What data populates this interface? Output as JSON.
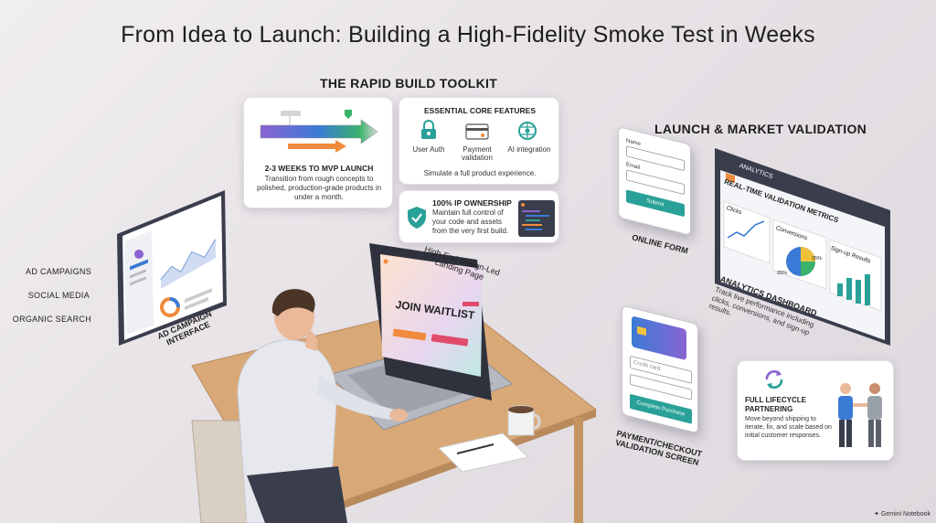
{
  "title": "From Idea to Launch: Building a High-Fidelity Smoke Test in Weeks",
  "toolkit": {
    "heading": "THE RAPID BUILD TOOLKIT",
    "mvp": {
      "title": "2-3 WEEKS TO MVP LAUNCH",
      "text": "Transition from rough concepts to polished, production-grade products in under a month."
    },
    "features": {
      "title": "ESSENTIAL CORE FEATURES",
      "items": [
        "User Auth",
        "Payment validation",
        "AI integration"
      ],
      "text": "Simulate a full product experience."
    },
    "ip": {
      "title": "100% IP OWNERSHIP",
      "text": "Maintain full control of your code and assets from the very first build."
    }
  },
  "channels": [
    "AD CAMPAIGNS",
    "SOCIAL MEDIA",
    "ORGANIC SEARCH"
  ],
  "ad_interface_label": "AD CAMPAIGN INTERFACE",
  "landing": {
    "label": "High-End Design-Led Landing Page",
    "headline": "JOIN WAITLIST"
  },
  "validation": {
    "heading": "LAUNCH & MARKET VALIDATION",
    "form": {
      "name_label": "Name",
      "email_label": "Email",
      "submit": "Submit",
      "caption": "ONLINE FORM"
    },
    "dashboard": {
      "app_name": "ANALYTICS",
      "heading": "REAL-TIME VALIDATION METRICS",
      "clicks": "Clicks",
      "conversions": "Conversions",
      "pct_a": "25%",
      "pct_b": "25%",
      "signups": "Sign-up Results",
      "caption": "ANALYTICS DASHBOARD",
      "text": "Track live performance including clicks, conversions, and sign-up results."
    },
    "payment": {
      "placeholder": "Credit card",
      "button": "Complete Purchase",
      "caption": "PAYMENT/CHECKOUT VALIDATION SCREEN"
    },
    "lifecycle": {
      "title": "FULL LIFECYCLE PARTNERING",
      "text": "Move beyond shipping to iterate, fix, and scale based on initial customer responses."
    }
  },
  "footer": "Gemini Notebook",
  "colors": {
    "teal": "#2aa198",
    "green": "#3bb26b",
    "purple": "#8a63d2",
    "orange": "#f08a3c",
    "blue": "#3a7bd5",
    "dark": "#3a3d4c"
  }
}
